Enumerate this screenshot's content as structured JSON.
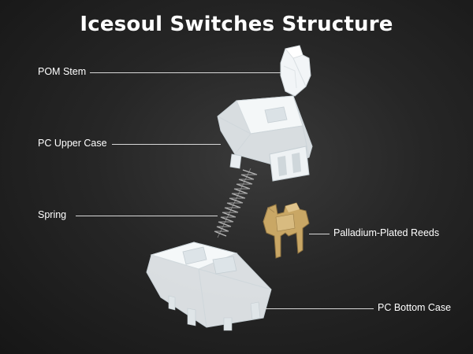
{
  "title": "Icesoul Switches Structure",
  "components": [
    {
      "id": "pom-stem",
      "label": "POM Stem"
    },
    {
      "id": "pc-upper-case",
      "label": "PC Upper Case"
    },
    {
      "id": "spring",
      "label": "Spring"
    },
    {
      "id": "palladium-plated-reeds",
      "label": "Palladium-Plated Reeds"
    },
    {
      "id": "pc-bottom-case",
      "label": "PC Bottom Case"
    }
  ],
  "colors": {
    "background": "#222222",
    "text": "#ffffff",
    "leader_line": "#d8d8d8",
    "clear_plastic": "#eef2f4",
    "gold": "#c9a765",
    "spring": "#bdbdbd"
  }
}
